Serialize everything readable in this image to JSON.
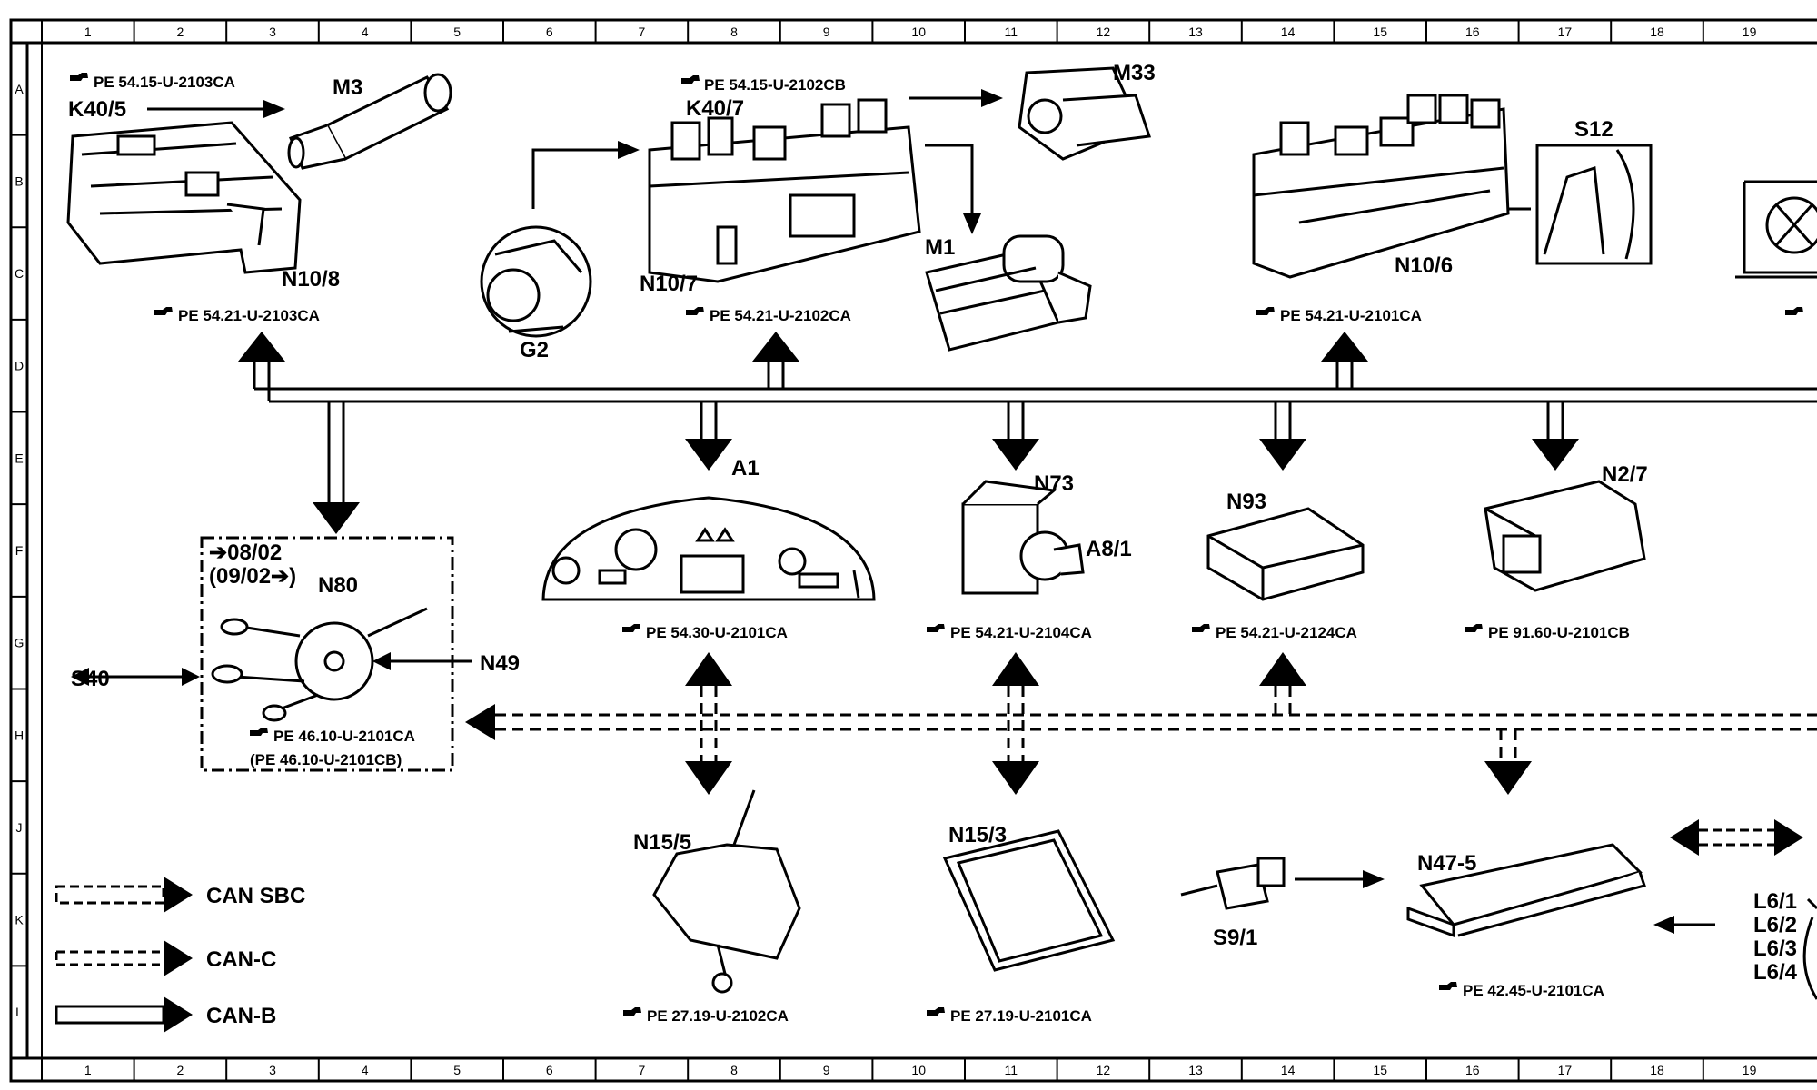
{
  "grid": {
    "columns": [
      "1",
      "2",
      "3",
      "4",
      "5",
      "6",
      "7",
      "8",
      "9",
      "10",
      "11",
      "12",
      "13",
      "14",
      "15",
      "16",
      "17",
      "18",
      "19"
    ],
    "rows": [
      "A",
      "B",
      "C",
      "D",
      "E",
      "F",
      "G",
      "H",
      "J",
      "K",
      "L"
    ]
  },
  "components": {
    "k40_5": "K40/5",
    "m3": "M3",
    "n10_8": "N10/8",
    "k40_7": "K40/7",
    "g2": "G2",
    "n10_7": "N10/7",
    "m33": "M33",
    "m1": "M1",
    "n10_6": "N10/6",
    "s12": "S12",
    "a1": "A1",
    "n73": "N73",
    "a8_1": "A8/1",
    "n93": "N93",
    "n2_7": "N2/7",
    "n80": "N80",
    "n49": "N49",
    "s40": "S40",
    "date_a": "➔08/02",
    "date_b": "(09/02➔)",
    "n15_5": "N15/5",
    "n15_3": "N15/3",
    "s9_1": "S9/1",
    "n47_5": "N47-5",
    "l6_1": "L6/1",
    "l6_2": "L6/2",
    "l6_3": "L6/3",
    "l6_4": "L6/4"
  },
  "refs": {
    "r_2103ca_top": "PE 54.15-U-2103CA",
    "r_2102cb_top": "PE 54.15-U-2102CB",
    "r_n10_8": "PE 54.21-U-2103CA",
    "r_n10_7": "PE 54.21-U-2102CA",
    "r_n10_6": "PE 54.21-U-2101CA",
    "r_a1": "PE 54.30-U-2101CA",
    "r_n73": "PE 54.21-U-2104CA",
    "r_n93": "PE 54.21-U-2124CA",
    "r_n2_7": "PE 91.60-U-2101CB",
    "r_n80_a": "PE 46.10-U-2101CA",
    "r_n80_b": "(PE 46.10-U-2101CB)",
    "r_n15_5": "PE 27.19-U-2102CA",
    "r_n15_3": "PE 27.19-U-2101CA",
    "r_n47_5": "PE 42.45-U-2101CA"
  },
  "legend": {
    "can_sbc": "CAN SBC",
    "can_c": "CAN-C",
    "can_b": "CAN-B"
  },
  "colors": {
    "ink": "#000000",
    "paper": "#ffffff"
  }
}
